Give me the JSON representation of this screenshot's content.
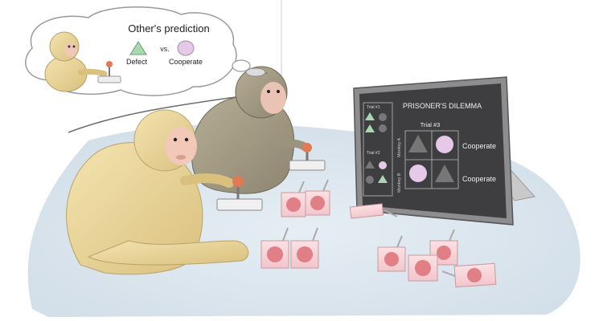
{
  "thought_bubble": {
    "title": "Other's prediction",
    "vs_label": "vs.",
    "defect_label": "Defect",
    "cooperate_label": "Cooperate"
  },
  "monitor": {
    "title": "PRISONER'S DILEMMA",
    "trial_current": "Trial #3",
    "trial_1": "Trial #1",
    "trial_2": "Trial #2",
    "monkey_a": "Monkey A",
    "monkey_b": "Monkey B",
    "outcome_a": "Cooperate",
    "outcome_b": "Cooperate"
  },
  "colors": {
    "defect_triangle": "#a9d8b0",
    "cooperate_circle": "#e6c8e8",
    "screen": "#3e3e40",
    "floor": "#dfe8ef",
    "monkey_front": "#ecd89c",
    "monkey_back": "#a59d87"
  }
}
